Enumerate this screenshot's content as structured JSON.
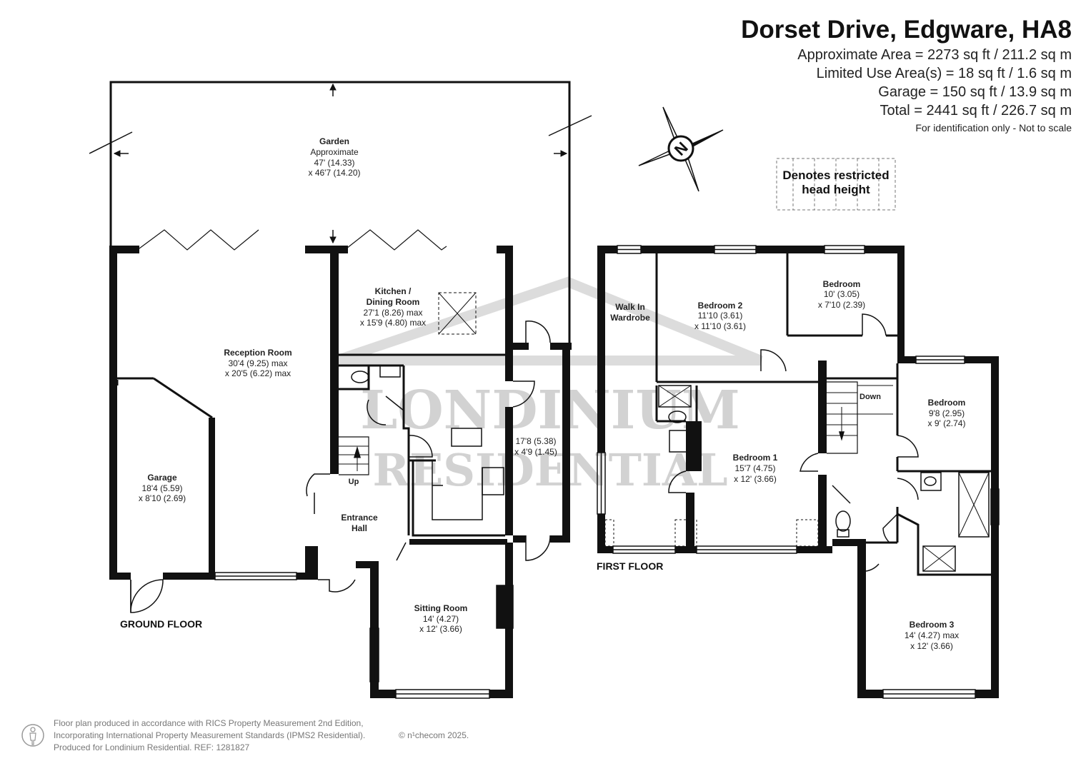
{
  "header": {
    "title": "Dorset Drive, Edgware, HA8",
    "approx_area": "Approximate Area = 2273 sq ft / 211.2 sq m",
    "limited_use": "Limited Use Area(s) = 18 sq ft / 1.6 sq m",
    "garage_area": "Garage = 150 sq ft / 13.9 sq m",
    "total": "Total = 2441 sq ft / 226.7 sq m",
    "note": "For identification only - Not to scale"
  },
  "legend": {
    "restricted_line1": "Denotes restricted",
    "restricted_line2": "head height"
  },
  "compass": {
    "letter": "N"
  },
  "watermark": {
    "line1": "LONDINIUM",
    "line2": "RESIDENTIAL"
  },
  "floors": {
    "ground": "GROUND FLOOR",
    "first": "FIRST FLOOR"
  },
  "rooms": {
    "garden": {
      "name": "Garden",
      "sub": "Approximate",
      "dim1": "47' (14.33)",
      "dim2": "x 46'7 (14.20)"
    },
    "kitchen": {
      "name1": "Kitchen /",
      "name2": "Dining Room",
      "dim1": "27'1 (8.26) max",
      "dim2": "x 15'9 (4.80) max"
    },
    "reception": {
      "name": "Reception Room",
      "dim1": "30'4 (9.25) max",
      "dim2": "x 20'5 (6.22) max"
    },
    "garage": {
      "name": "Garage",
      "dim1": "18'4 (5.59)",
      "dim2": "x 8'10 (2.69)"
    },
    "entrance": {
      "name1": "Entrance",
      "name2": "Hall"
    },
    "sitting": {
      "name": "Sitting Room",
      "dim1": "14' (4.27)",
      "dim2": "x 12' (3.66)"
    },
    "side": {
      "dim1": "17'8 (5.38)",
      "dim2": "x 4'9 (1.45)"
    },
    "up": "Up",
    "down": "Down",
    "walkin": {
      "name1": "Walk In",
      "name2": "Wardrobe"
    },
    "bedroom2": {
      "name": "Bedroom 2",
      "dim1": "11'10 (3.61)",
      "dim2": "x 11'10 (3.61)"
    },
    "bedroom_a": {
      "name": "Bedroom",
      "dim1": "10' (3.05)",
      "dim2": "x 7'10 (2.39)"
    },
    "bedroom1": {
      "name": "Bedroom 1",
      "dim1": "15'7 (4.75)",
      "dim2": "x 12' (3.66)"
    },
    "bedroom_b": {
      "name": "Bedroom",
      "dim1": "9'8 (2.95)",
      "dim2": "x 9' (2.74)"
    },
    "bedroom3": {
      "name": "Bedroom 3",
      "dim1": "14' (4.27) max",
      "dim2": "x 12' (3.66)"
    }
  },
  "footer": {
    "line1": "Floor plan produced in accordance with RICS Property Measurement 2nd Edition,",
    "line2": "Incorporating International Property Measurement Standards (IPMS2 Residential).",
    "copyright": "© n¹checom 2025.",
    "line3": "Produced for Londinium Residential.   REF: 1281827"
  }
}
